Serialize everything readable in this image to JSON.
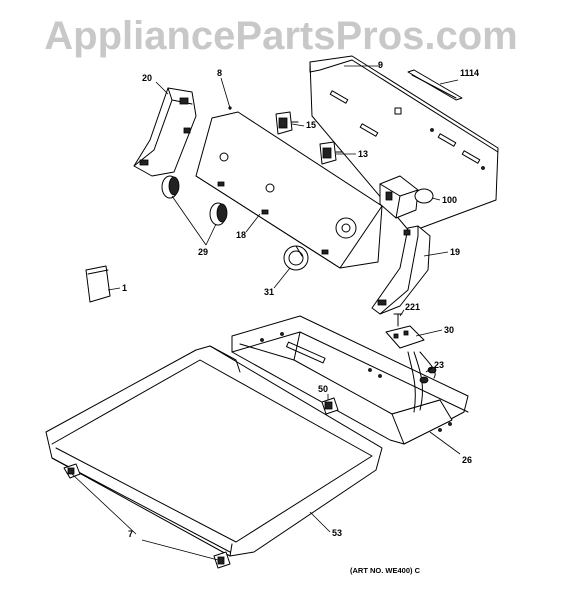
{
  "watermark": "AppliancePartsPros.com",
  "labels": {
    "p20": "20",
    "p8": "8",
    "p9": "9",
    "p1114": "1114",
    "p15": "15",
    "p13": "13",
    "p100": "100",
    "p19": "19",
    "p18": "18",
    "p29": "29",
    "p31": "31",
    "p1": "1",
    "p221": "221",
    "p30": "30",
    "p23": "23",
    "p50": "50",
    "p26": "26",
    "p53": "53",
    "p7": "7"
  },
  "art_number": "(ART NO. WE400) C",
  "colors": {
    "line": "#000000",
    "background": "#ffffff",
    "watermark": "#c8c8c8"
  }
}
